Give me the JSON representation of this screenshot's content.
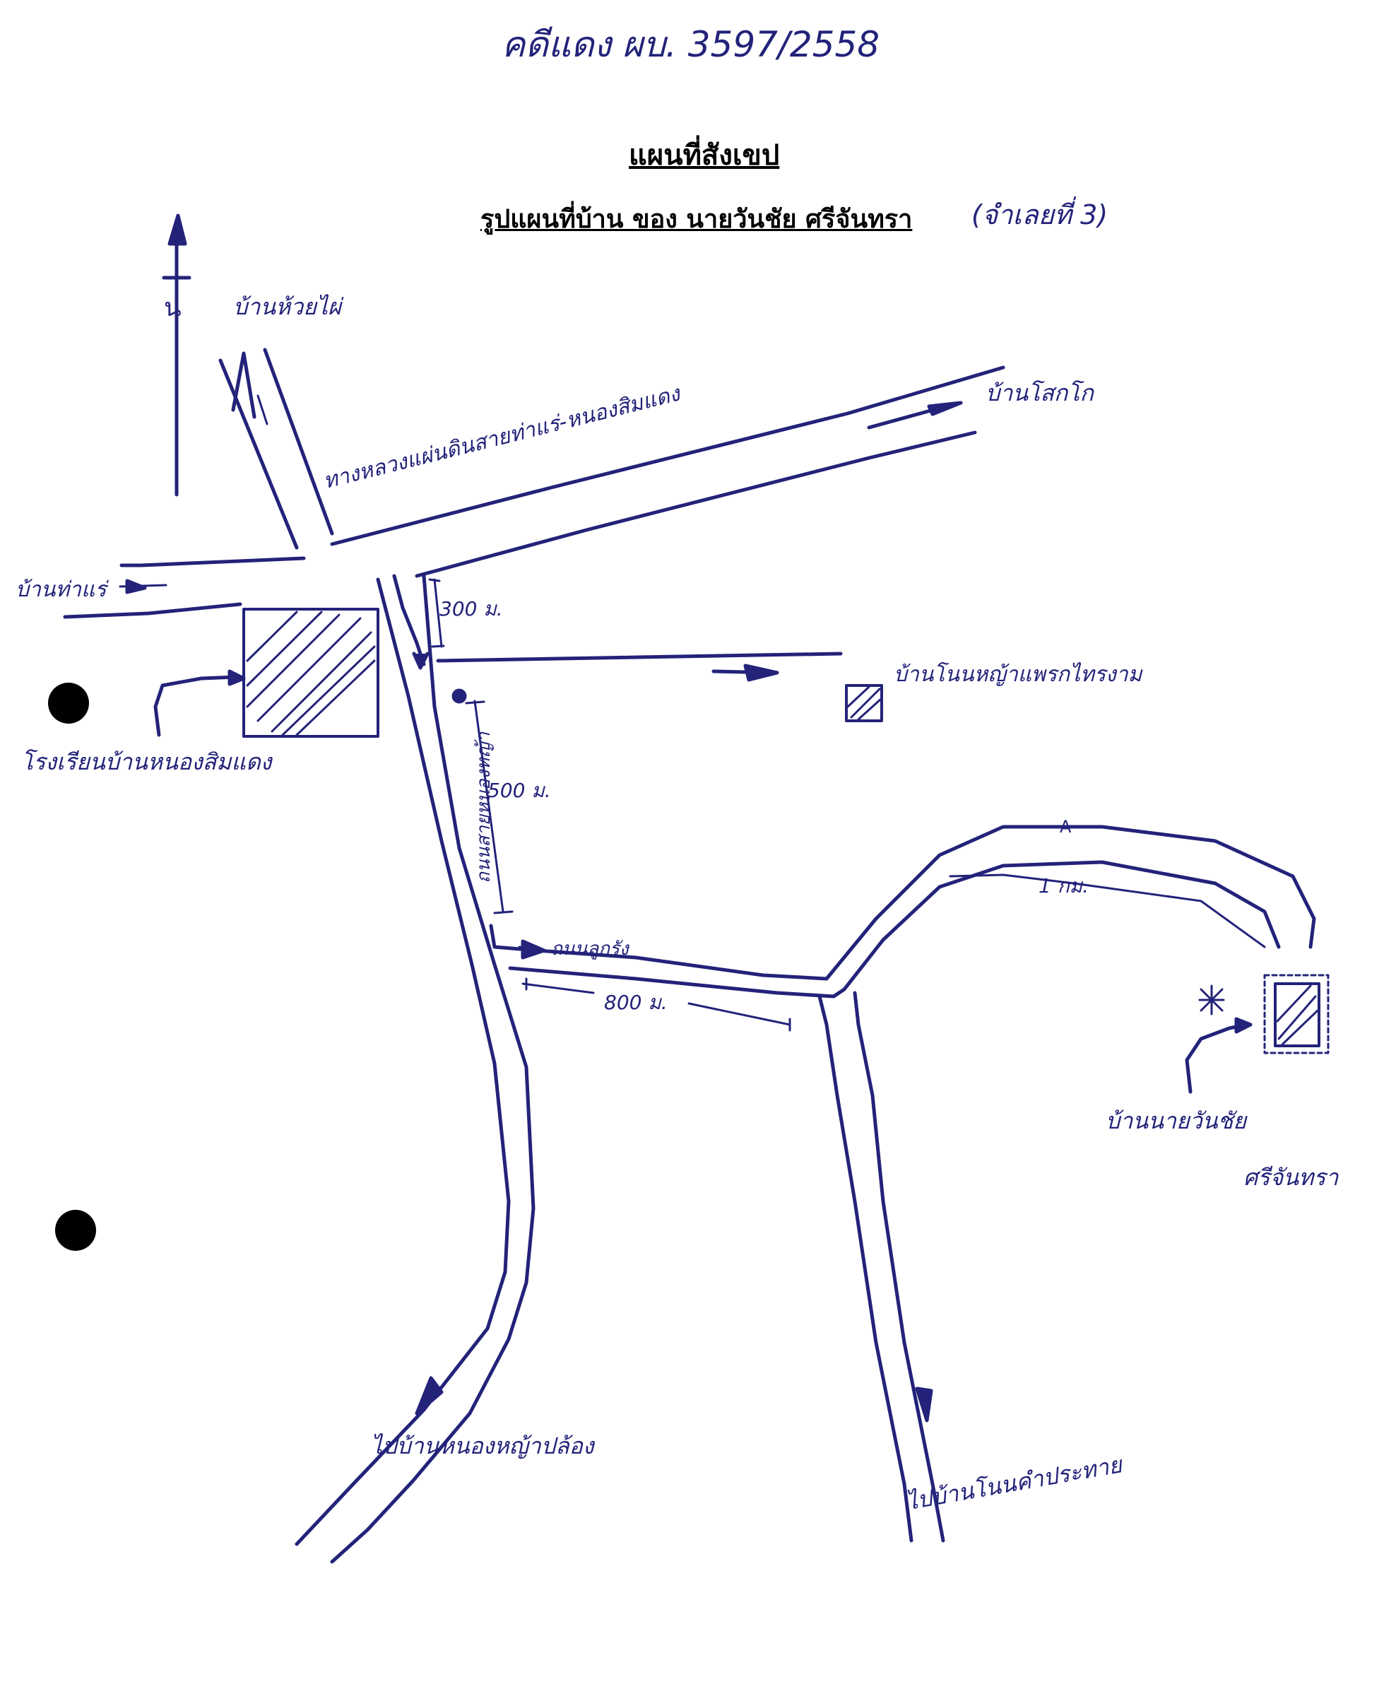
{
  "document": {
    "case_number": "คดีแดง ผบ. 3597/2558",
    "title": "แผนที่สังเขป",
    "subtitle": "รูปแผนที่บ้าน ของ นายวันชัย ศรีจันทรา",
    "subtitle_note": "(จำเลยที่ 3)"
  },
  "compass": {
    "label": "น"
  },
  "labels": {
    "village_north": "บ้านห้วยไผ่",
    "village_east": "บ้านโสกโก",
    "village_west": "บ้านท่าแร่",
    "main_road": "ทางหลวงแผ่นดินสายท่าแร่-หนองสิมแดง",
    "distance_300": "300 ม.",
    "village_noinhong": "บ้านโนนหญ้าแพรกไทรงาม",
    "school": "โรงเรียนบ้านหนองสิมแดง",
    "distance_500": "500 ม.",
    "branch_road": "ถนนสายหนองหญ้า",
    "dirt_road": "ถนนลูกรัง",
    "distance_800": "800 ม.",
    "distance_1km": "1 กม.",
    "marker_a": "A",
    "house_owner": "บ้านนายวันชัย",
    "house_owner_surname": "ศรีจันทรา",
    "village_southwest": "ไปบ้านหนองหญ้าปล้อง",
    "village_southeast": "ไปบ้านโนนคำประทาย"
  },
  "colors": {
    "ink": "#23237a",
    "typed": "#000000",
    "paper": "#ffffff"
  }
}
